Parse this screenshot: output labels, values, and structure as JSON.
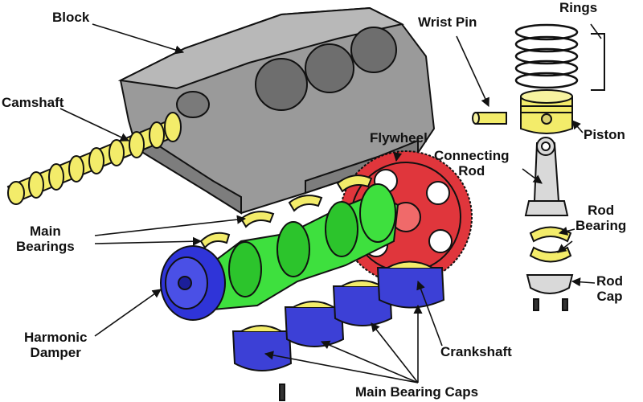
{
  "labels": {
    "block": "Block",
    "camshaft": "Camshaft",
    "wrist_pin": "Wrist Pin",
    "rings": "Rings",
    "piston": "Piston",
    "flywheel": "Flywheel",
    "connecting_rod": [
      "Connecting",
      "Rod"
    ],
    "rod_bearing": [
      "Rod",
      "Bearing"
    ],
    "main_bearings": [
      "Main",
      "Bearings"
    ],
    "rod_cap": [
      "Rod",
      "Cap"
    ],
    "harmonic_damper": [
      "Harmonic",
      "Damper"
    ],
    "crankshaft": "Crankshaft",
    "main_bearing_caps": "Main Bearing Caps"
  },
  "colors": {
    "block": "#9a9a9a",
    "camshaft": "#f3ec6a",
    "piston": "#f3ec6a",
    "bearing": "#f3ec6a",
    "flywheel": "#e0363c",
    "crankshaft": "#3ee03e",
    "harmonic_damper": "#2f34d8",
    "bearing_caps": "#3c40d6",
    "rod_metal": "#d9d9d9",
    "outline": "#111111"
  }
}
